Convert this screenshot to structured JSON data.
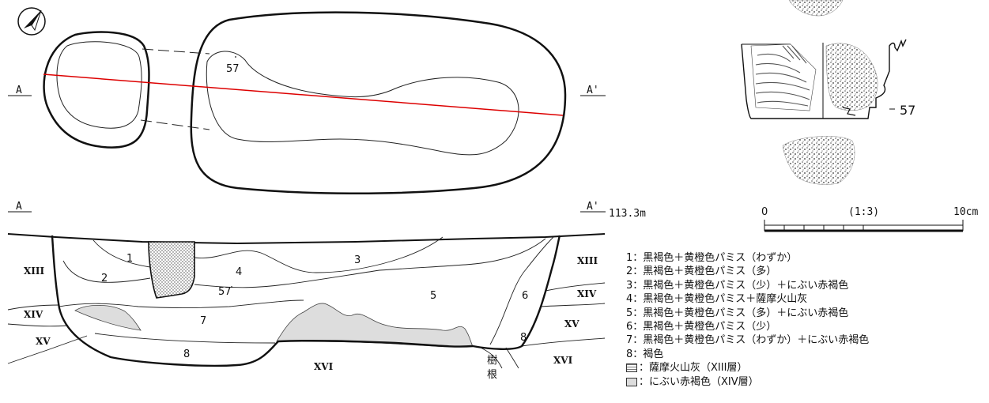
{
  "plan": {
    "label_a": "A",
    "label_a_prime": "A'",
    "artifact_number": "57"
  },
  "section": {
    "label_a": "A",
    "label_a_prime": "A'",
    "elevation": "113.3m",
    "layer_numbers": [
      "1",
      "2",
      "3",
      "4",
      "5",
      "6",
      "7",
      "8",
      "8"
    ],
    "artifact_number": "57",
    "roman_strata": {
      "xiii_left": "XIII",
      "xiii_right": "XIII",
      "xiv_left": "XIV",
      "xiv_right": "XIV",
      "xv_left": "XV",
      "xv_right": "XV",
      "xvi_center": "XVI",
      "xvi_right": "XVI"
    },
    "root_label_1": "樹",
    "root_label_2": "根"
  },
  "artifact": {
    "number": "57"
  },
  "scale": {
    "zero": "0",
    "ratio": "(1:3)",
    "max": "10cm"
  },
  "legend": {
    "items": [
      "1：黒褐色＋黄橙色パミス（わずか）",
      "2：黒褐色＋黄橙色パミス（多）",
      "3：黒褐色＋黄橙色パミス（少）＋にぶい赤褐色",
      "4：黒褐色＋黄橙色パミス＋薩摩火山灰",
      "5：黒褐色＋黄橙色パミス（多）＋にぶい赤褐色",
      "6：黒褐色＋黄橙色パミス（少）",
      "7：黒褐色＋黄橙色パミス（わずか）＋にぶい赤褐色",
      "8：褐色"
    ],
    "hatched_label": "：薩摩火山灰（XIII層）",
    "gray_label": "：にぶい赤褐色（XIV層）"
  }
}
